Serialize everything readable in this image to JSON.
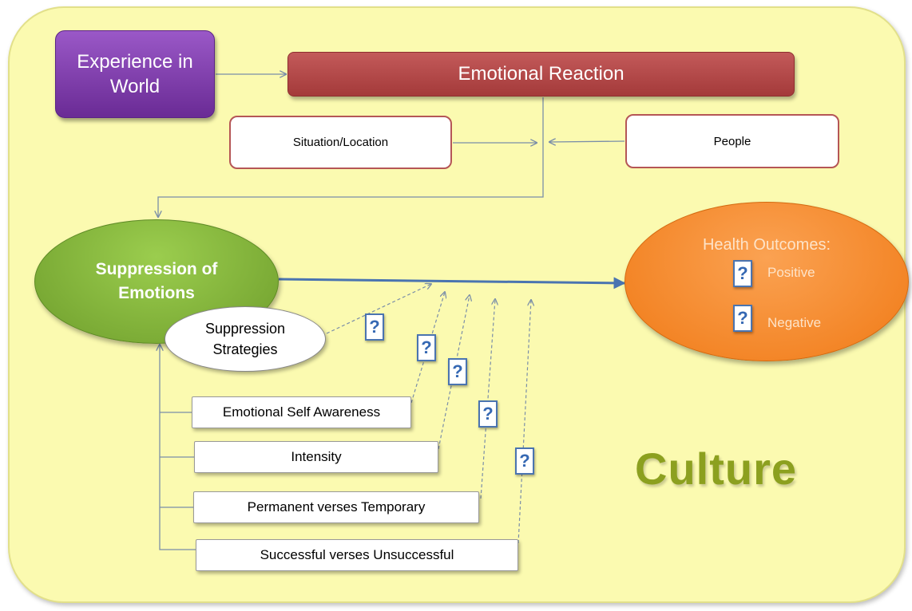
{
  "nodes": {
    "experience": "Experience in World",
    "emotional_reaction": "Emotional Reaction",
    "situation": "Situation/Location",
    "people": "People",
    "suppression": "Suppression of Emotions",
    "strategies": "Suppression Strategies",
    "health_title": "Health Outcomes:",
    "positive": "Positive",
    "negative": "Negative"
  },
  "moderators": [
    "Emotional Self Awareness",
    "Intensity",
    "Permanent verses Temporary",
    "Successful verses Unsuccessful"
  ],
  "question_mark": "?",
  "culture_label": "Culture",
  "colors": {
    "background_panel": "#fbfab0",
    "experience": "#7b3aa6",
    "emotional_reaction": "#b54848",
    "suppression": "#82b33a",
    "health_outcomes": "#f58a2c",
    "culture_text": "#8ca01f",
    "arrow_main": "#4a74b0"
  }
}
